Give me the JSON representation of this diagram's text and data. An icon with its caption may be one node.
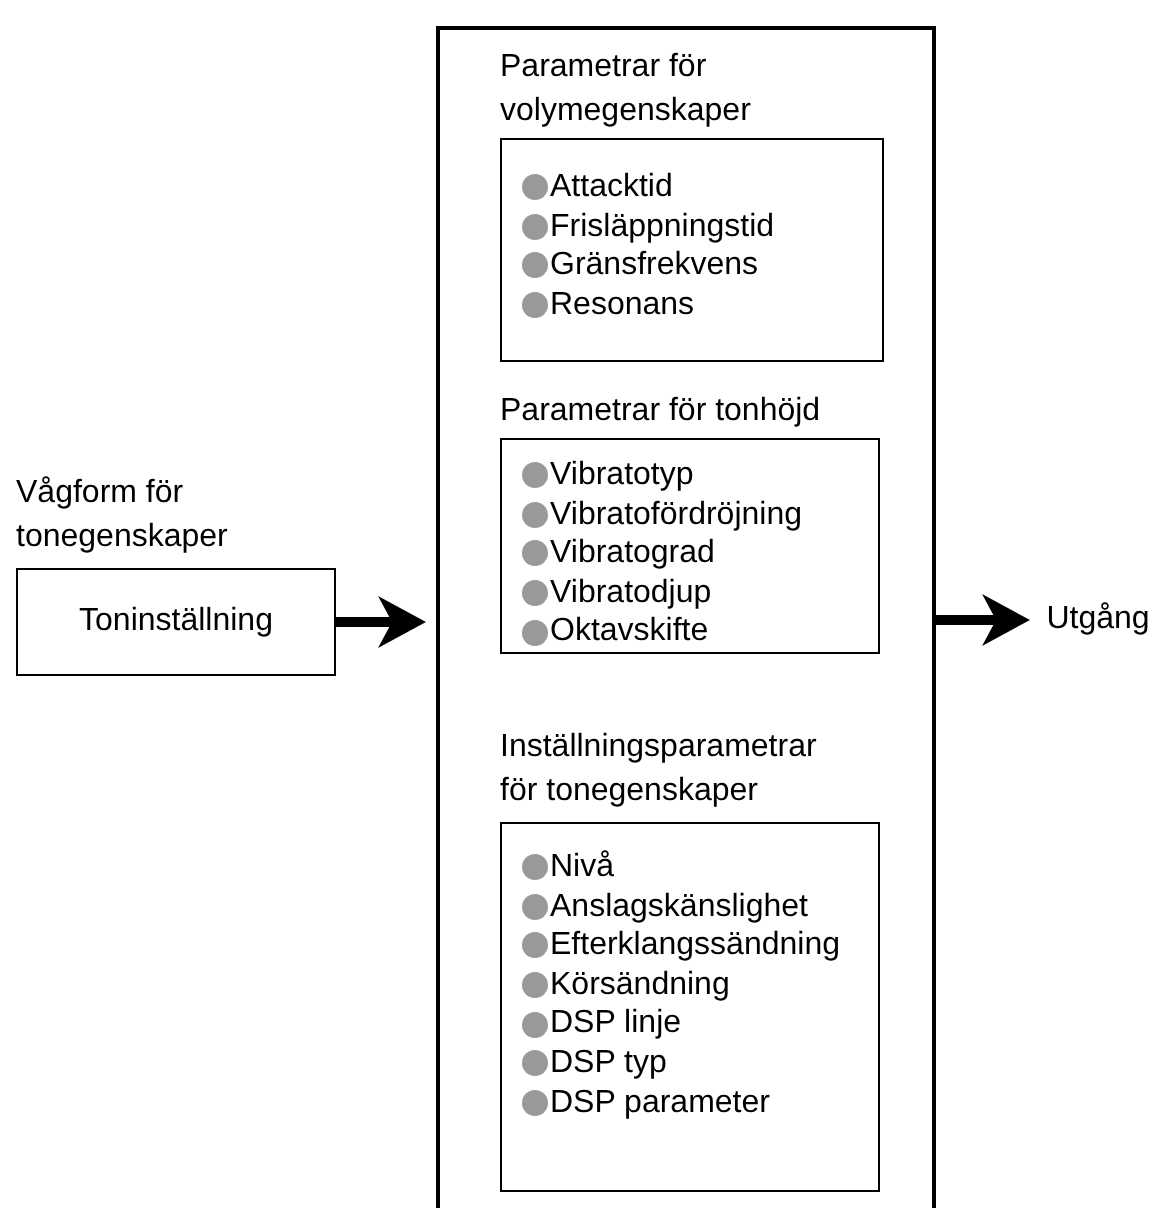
{
  "diagram": {
    "nodes": [
      {
        "text": [
          "Vågform för tonegenskaper",
          "Toninställning"
        ]
      },
      {
        "text": [],
        "shape": "box"
      },
      {
        "text": [
          "Parametrar för volymegenskaper",
          "Attacktid",
          "Frisläppningstid",
          "Gränsfrekvens",
          "Resonans"
        ],
        "in": 1
      },
      {
        "text": [
          "Parametrar för tonhöjd",
          "Vibratotyp",
          "Vibratofördröjning",
          "Vibratograd",
          "Vibratodjup",
          "Oktavskifte"
        ],
        "in": 1
      },
      {
        "text": [
          "Inställningsparametrar för tonegenskaper",
          "Nivå",
          "Anslagskänslighet",
          "Efterklangssändning",
          "Körsändning",
          "DSP linje",
          "DSP typ",
          "DSP parameter"
        ],
        "in": 1
      },
      {
        "text": [
          "Utgång"
        ]
      }
    ],
    "edges": [
      {
        "from": 0,
        "to": 1,
        "arrow": "to"
      },
      {
        "from": 1,
        "to": 5,
        "arrow": "to"
      }
    ]
  }
}
